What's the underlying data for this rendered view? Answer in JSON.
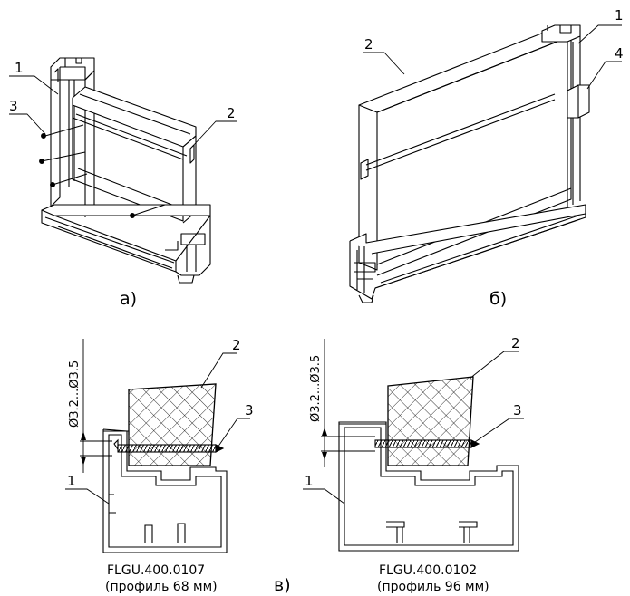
{
  "panels": {
    "a": {
      "label": "а)"
    },
    "b": {
      "label": "б)"
    },
    "c": {
      "label": "в)"
    }
  },
  "callouts": {
    "n1": "1",
    "n2": "2",
    "n3": "3",
    "n4": "4"
  },
  "sections": [
    {
      "dimension": "Ø3.2...Ø3.5",
      "code": "FLGU.400.0107",
      "caption": "(профиль 68 мм)"
    },
    {
      "dimension": "Ø3.2...Ø3.5",
      "code": "FLGU.400.0102",
      "caption": "(профиль 96 мм)"
    }
  ],
  "colors": {
    "line": "#000000",
    "background": "#ffffff"
  }
}
